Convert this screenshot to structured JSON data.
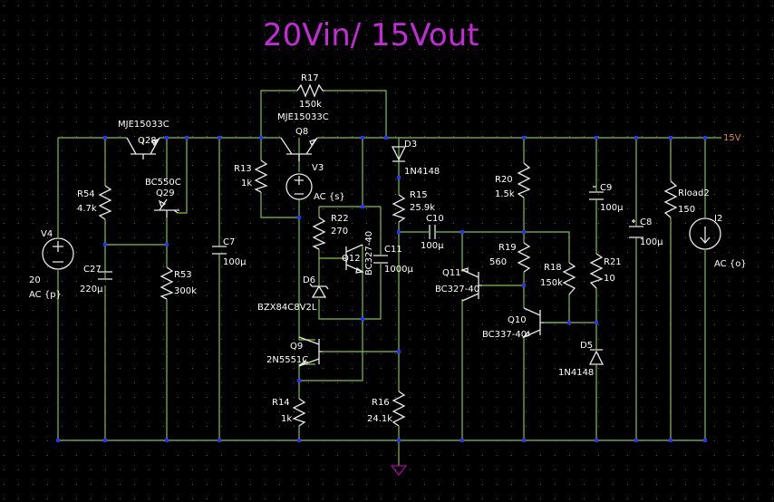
{
  "title": "20Vin/ 15Vout",
  "net_label": "15V",
  "colors": {
    "background": "#000000",
    "wire": "#7fc33a",
    "component": "#e8e8e8",
    "node": "#2233ff",
    "title": "#c42ad8",
    "net_label": "#e08a2a",
    "ground": "#b000b0"
  },
  "labels": {
    "q28_part": "MJE15033C",
    "q28_ref": "Q28",
    "q8_part": "MJE15033C",
    "q8_ref": "Q8",
    "r17_ref": "R17",
    "r17_val": "150k",
    "q29_part": "BC550C",
    "q29_ref": "Q29",
    "r54_ref": "R54",
    "r54_val": "4.7k",
    "v4_ref": "V4",
    "v4_val": "20",
    "v4_ac": "AC {p}",
    "c27_ref": "C27",
    "c27_val": "220µ",
    "r53_ref": "R53",
    "r53_val": "300k",
    "c7_ref": "C7",
    "c7_val": "100µ",
    "r13_ref": "R13",
    "r13_val": "1k",
    "v3_ref": "V3",
    "v3_ac": "AC {s}",
    "d3_ref": "D3",
    "d3_val": "1N4148",
    "r15_ref": "R15",
    "r15_val": "25.9k",
    "c10_ref": "C10",
    "c10_val": "100µ",
    "r22_ref": "R22",
    "r22_val": "270",
    "q12_ref": "Q12",
    "q12_part": "BC327-40",
    "c11_ref": "C11",
    "c11_val": "1000µ",
    "d6_ref": "D6",
    "d6_val": "BZX84C8V2L",
    "q9_ref": "Q9",
    "q9_part": "2N5551C",
    "r14_ref": "R14",
    "r14_val": "1k",
    "r16_ref": "R16",
    "r16_val": "24.1k",
    "r20_ref": "R20",
    "r20_val": "1.5k",
    "r19_ref": "R19",
    "r19_val": "560",
    "q11_ref": "Q11",
    "q11_part": "BC327-40",
    "r18_ref": "R18",
    "r18_val": "150k",
    "q10_ref": "Q10",
    "q10_part": "BC337-40",
    "c9_ref": "C9",
    "c9_val": "100µ",
    "r21_ref": "R21",
    "r21_val": "10",
    "d5_ref": "D5",
    "d5_val": "1N4148",
    "c8_ref": "C8",
    "c8_val": "100µ",
    "rload_ref": "Rload2",
    "rload_val": "150",
    "i2_ref": "I2",
    "i2_ac": "AC {o}"
  }
}
